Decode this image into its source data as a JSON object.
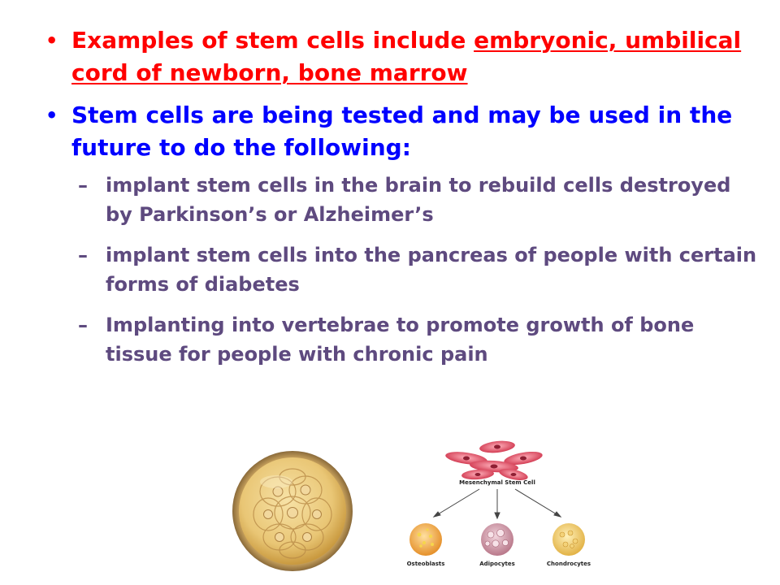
{
  "bullets": [
    {
      "lead": "Examples of stem cells include ",
      "underlined": "embryonic, umbilical cord of newborn, bone marrow",
      "color": "#ff0000"
    },
    {
      "text": "Stem cells are being tested and may be used in the future to do the following:",
      "color": "#0000ff",
      "sub": [
        "implant stem cells in the brain to rebuild cells destroyed by Parkinson’s or Alzheimer’s",
        "implant stem cells into the pancreas of people with certain forms of diabetes",
        "Implanting into vertebrae to promote growth of bone tissue for people with chronic pain"
      ]
    }
  ],
  "sub_color": "#5e4a7f",
  "diagram": {
    "title": "Mesenchymal Stem Cell",
    "outputs": [
      "Osteoblasts",
      "Adipocytes",
      "Chondrocytes"
    ]
  },
  "icons": {
    "embryo": "blastocyst-cell-cluster",
    "stem_cells": "spindle-stem-cells"
  }
}
